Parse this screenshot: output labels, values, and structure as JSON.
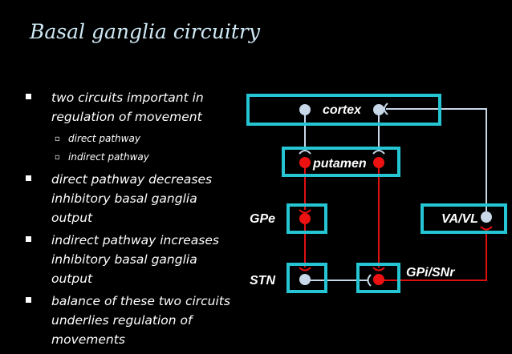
{
  "title": "Basal ganglia circuitry",
  "bullets": [
    {
      "text": "two circuits important in regulation of movement",
      "sub": [
        "direct pathway",
        "indirect pathway"
      ]
    },
    {
      "text": "direct pathway decreases inhibitory basal ganglia output",
      "sub": []
    },
    {
      "text": "indirect pathway increases inhibitory basal ganglia output",
      "sub": []
    },
    {
      "text": "balance of these two circuits underlies regulation of movements",
      "sub": []
    }
  ],
  "diagram": {
    "nodes": {
      "cortex": "cortex",
      "putamen": "putamen",
      "gpe": "GPe",
      "stn": "STN",
      "gpi": "GPi/SNr",
      "vavl": "VA/VL"
    }
  },
  "colors": {
    "background": "#000000",
    "box": "#25c5d4",
    "excitatory": "#c8d8e8",
    "inhibitory": "#ee1111",
    "title": "#cfe9f5"
  }
}
